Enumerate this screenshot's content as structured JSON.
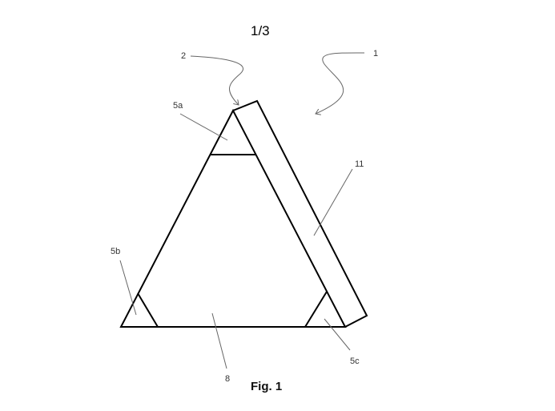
{
  "page_number": "1/3",
  "caption": "Fig. 1",
  "labels": {
    "l1": "1",
    "l2": "2",
    "l5a": "5a",
    "l5b": "5b",
    "l5c": "5c",
    "l8": "8",
    "l11": "11"
  },
  "colors": {
    "line": "#000000",
    "leader": "#666666",
    "background": "#ffffff"
  }
}
